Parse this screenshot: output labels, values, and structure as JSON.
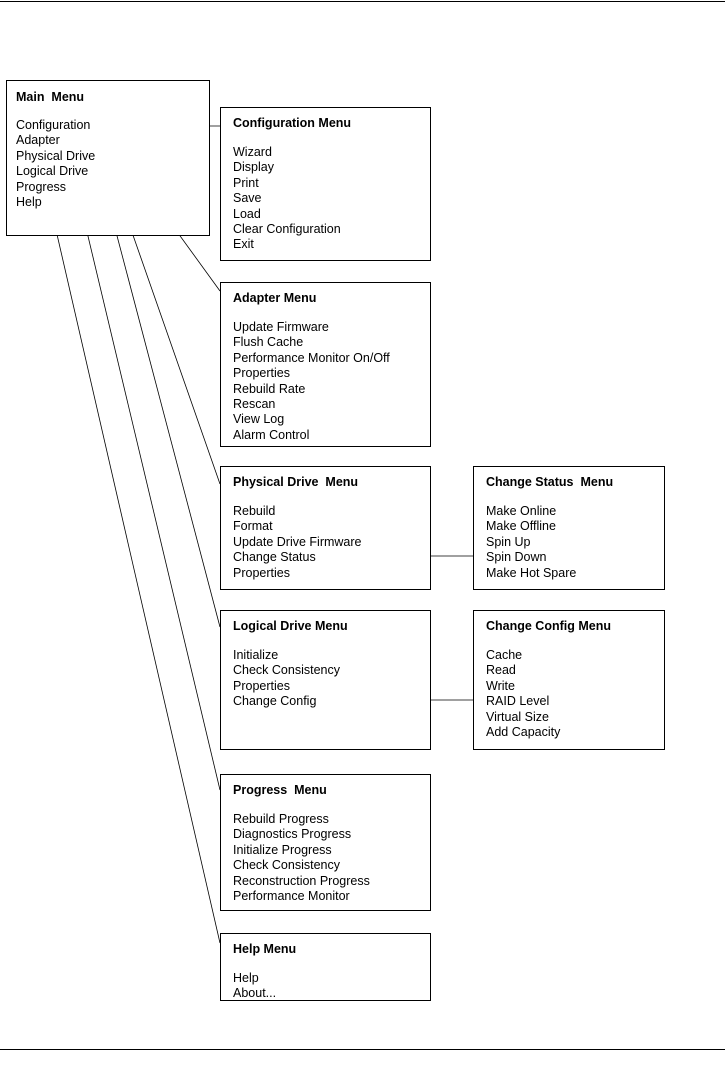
{
  "menus": {
    "main": {
      "title": "Main  Menu",
      "items": [
        "Configuration",
        "Adapter",
        "Physical Drive",
        "Logical Drive",
        "Progress",
        "Help"
      ]
    },
    "configuration": {
      "title": "Configuration Menu",
      "items": [
        "Wizard",
        "Display",
        "Print",
        "Save",
        "Load",
        "Clear Configuration",
        "Exit"
      ]
    },
    "adapter": {
      "title": "Adapter Menu",
      "items": [
        "Update Firmware",
        "Flush Cache",
        "Performance Monitor On/Off",
        "Properties",
        "Rebuild Rate",
        "Rescan",
        "View Log",
        "Alarm Control"
      ]
    },
    "physical_drive": {
      "title": "Physical Drive  Menu",
      "items": [
        "Rebuild",
        "Format",
        "Update Drive Firmware",
        "Change Status",
        "Properties"
      ]
    },
    "change_status": {
      "title": "Change Status  Menu",
      "items": [
        "Make Online",
        "Make Offline",
        "Spin Up",
        "Spin Down",
        "Make Hot Spare"
      ]
    },
    "logical_drive": {
      "title": "Logical Drive Menu",
      "items": [
        "Initialize",
        "Check Consistency",
        "Properties",
        "Change Config"
      ]
    },
    "change_config": {
      "title": "Change Config Menu",
      "items": [
        "Cache",
        "Read",
        "Write",
        "RAID Level",
        "Virtual Size",
        "Add Capacity"
      ]
    },
    "progress": {
      "title": "Progress  Menu",
      "items": [
        "Rebuild Progress",
        "Diagnostics Progress",
        "Initialize Progress",
        "Check Consistency",
        "Reconstruction Progress",
        "Performance Monitor"
      ]
    },
    "help": {
      "title": "Help Menu",
      "items": [
        "Help",
        "About..."
      ]
    }
  },
  "connections": [
    {
      "from": "Configuration",
      "to": "Configuration Menu"
    },
    {
      "from": "Adapter",
      "to": "Adapter Menu"
    },
    {
      "from": "Physical Drive",
      "to": "Physical Drive  Menu"
    },
    {
      "from": "Logical Drive",
      "to": "Logical Drive Menu"
    },
    {
      "from": "Progress",
      "to": "Progress  Menu"
    },
    {
      "from": "Help",
      "to": "Help Menu"
    },
    {
      "from": "Change Status",
      "to": "Change Status  Menu"
    },
    {
      "from": "Change Config",
      "to": "Change Config Menu"
    }
  ]
}
